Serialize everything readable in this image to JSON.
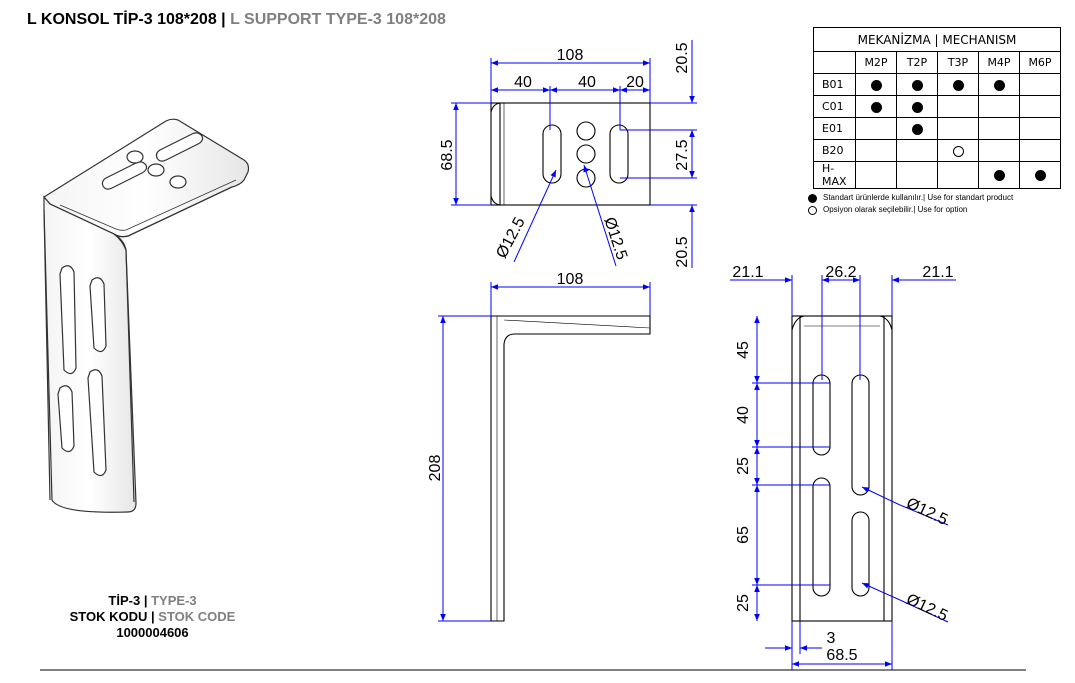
{
  "title": {
    "tr": "L KONSOL TİP-3 108*208",
    "sep": " | ",
    "en": "L SUPPORT TYPE-3 108*208"
  },
  "info": {
    "type_tr": "TİP-3",
    "type_en": "TYPE-3",
    "code_tr": "STOK KODU",
    "code_en": "STOK CODE",
    "code_value": "1000004606",
    "sep": " | "
  },
  "mechanism_table": {
    "title": "MEKANİZMA | MECHANISM",
    "columns": [
      "M2P",
      "T2P",
      "T3P",
      "M4P",
      "M6P"
    ],
    "rows": [
      {
        "label": "B01",
        "cells": [
          "std",
          "std",
          "std",
          "std",
          ""
        ]
      },
      {
        "label": "C01",
        "cells": [
          "std",
          "std",
          "",
          "",
          ""
        ]
      },
      {
        "label": "E01",
        "cells": [
          "",
          "std",
          "",
          "",
          ""
        ]
      },
      {
        "label": "B20",
        "cells": [
          "",
          "",
          "opt",
          "",
          ""
        ]
      },
      {
        "label": "H-MAX",
        "cells": [
          "",
          "",
          "",
          "std",
          "std"
        ]
      }
    ]
  },
  "legend": {
    "standard": "Standart ürünlerde kullanılır.| Use for standart product",
    "option": "Opsiyon olarak seçilebilir.| Use for option"
  },
  "dimensions": {
    "top_overall": "108",
    "top_seg1": "40",
    "top_seg2": "40",
    "top_seg3": "20",
    "top_right_upper": "20.5",
    "top_left_height": "68.5",
    "top_right_mid": "27.5",
    "top_right_lower": "20.5",
    "top_dia_left": "Ø12.5",
    "top_dia_right": "Ø12.5",
    "side_width": "108",
    "side_height": "208",
    "front_left": "21.1",
    "front_mid": "26.2",
    "front_right": "21.1",
    "front_v1": "45",
    "front_v2": "40",
    "front_v3": "25",
    "front_v4": "65",
    "front_v5": "25",
    "front_dia_upper": "Ø12.5",
    "front_dia_lower": "Ø12.5",
    "front_thickness": "3",
    "front_width": "68.5"
  },
  "colors": {
    "dimension_line": "#0000ff",
    "outline": "#000000",
    "title_en": "#808080"
  }
}
